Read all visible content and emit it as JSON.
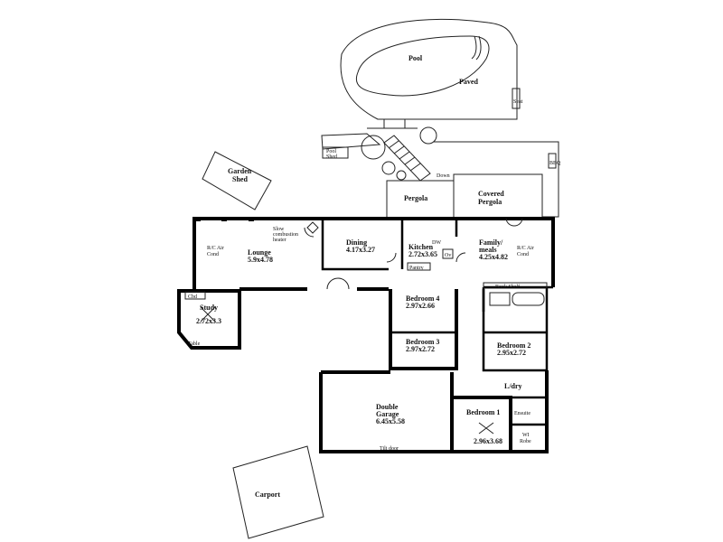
{
  "outdoor": {
    "pool": "Pool",
    "paved": "Paved",
    "seat": "Seat",
    "pool_shed": [
      "Pool",
      "Shed"
    ],
    "garden_shed": [
      "Garden",
      "Shed"
    ],
    "bbq": "BBQ",
    "down": "Down",
    "pergola": "Pergola",
    "covered_pergola": [
      "Covered",
      "Pergola"
    ],
    "carport": "Carport"
  },
  "rooms": {
    "lounge": {
      "name": "Lounge",
      "size": "5.9x4.78"
    },
    "dining": {
      "name": "Dining",
      "size": "4.17x3.27"
    },
    "kitchen": {
      "name": "Kitchen",
      "size": "2.72x3.65"
    },
    "family": {
      "name": [
        "Family/",
        "meals"
      ],
      "size": "4.25x4.82"
    },
    "study": {
      "name": "Study",
      "size": "2.72x3.3"
    },
    "bedroom4": {
      "name": "Bedroom 4",
      "size": "2.97x2.66"
    },
    "bedroom3": {
      "name": "Bedroom 3",
      "size": "2.97x2.72"
    },
    "bedroom2": {
      "name": "Bedroom 2",
      "size": "2.95x2.72"
    },
    "bedroom1": {
      "name": "Bedroom 1",
      "size": "2.96x3.68"
    },
    "garage": {
      "name": [
        "Double",
        "Garage"
      ],
      "size": "6.45x5.58"
    },
    "laundry": {
      "name": "L/dry"
    }
  },
  "fixtures": {
    "heater": [
      "Slow",
      "combustion",
      "heater"
    ],
    "aircon_left": [
      "R/C Air",
      "Cond"
    ],
    "aircon_right": [
      "R/C Air",
      "Cond"
    ],
    "cbd": "Cbd",
    "dw": "DW",
    "ov": "Ov",
    "pantry": "Pantry",
    "book_shelf": "Book Shelf",
    "table": "Table",
    "ensuite": "Ensuite",
    "wi_robe": [
      "WI",
      "Robe"
    ],
    "tilt_door": "Tilt door"
  }
}
